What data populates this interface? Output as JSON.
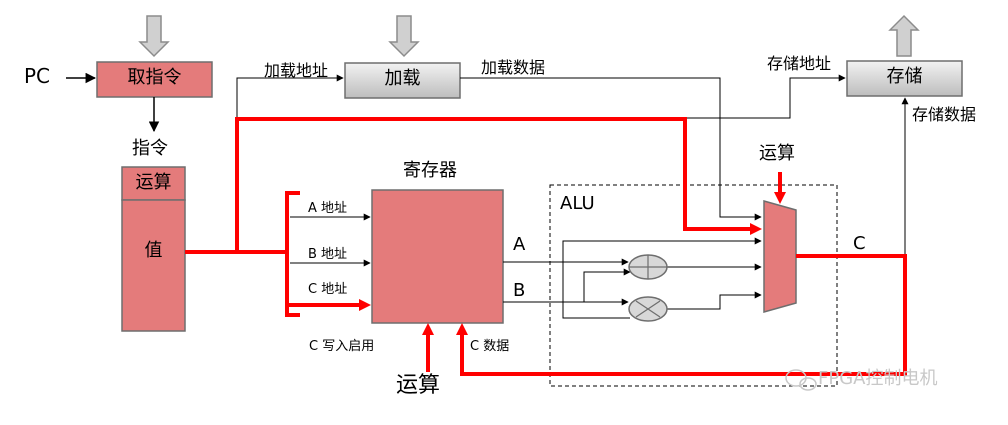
{
  "pipeline": {
    "pc_label": "PC",
    "fetch_label": "取指令",
    "load_label": "加载",
    "store_label": "存储"
  },
  "instruction": {
    "title": "指令",
    "op_field": "运算",
    "value_field": "值"
  },
  "registers": {
    "title": "寄存器",
    "a_addr": "A 地址",
    "b_addr": "B 地址",
    "c_addr": "C 地址",
    "c_write_enable": "C 写入启用",
    "c_data": "C 数据",
    "port_a": "A",
    "port_b": "B",
    "op_input": "运算"
  },
  "alu": {
    "title": "ALU",
    "op_label": "运算",
    "result_label": "C"
  },
  "buses": {
    "load_address": "加载地址",
    "load_data": "加载数据",
    "store_address": "存储地址",
    "store_data": "存储数据"
  },
  "watermark": "FPGA控制电机",
  "colors": {
    "block_fill": "#e47b7b",
    "control_fill": "#d8d8d8",
    "control_path": "#ff0000",
    "arrow_fill": "#cfcfcf"
  }
}
